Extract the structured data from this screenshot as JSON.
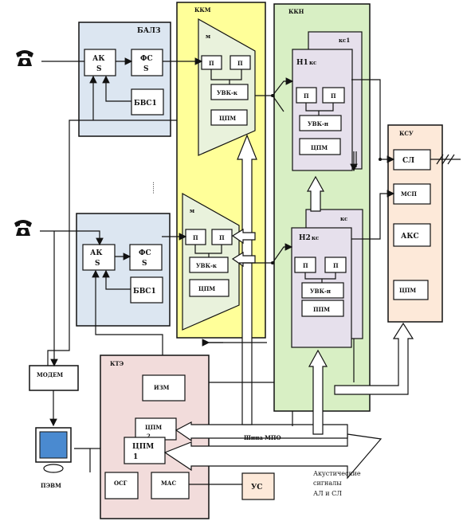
{
  "colors": {
    "balz_fill": "#dce6f1",
    "kkm_fill": "#ffff99",
    "kkn_fill": "#d8efc4",
    "ksu_fill": "#fde9d9",
    "kte_fill": "#f2dcdb",
    "us_fill": "#fde9d9",
    "module_fill": "#e9f2dc",
    "panel_fill": "#e6e0ec",
    "monitor_screen": "#4a8ad0"
  },
  "icons": {
    "telephone": "telephone-icon",
    "computer": "computer-icon"
  },
  "balz": {
    "title": "БАЛЗ",
    "ak": "АК",
    "ak_sub": "S",
    "fs": "ФС",
    "fs_sub": "S",
    "bvs": "БВС1",
    "bvs2": "БВС1",
    "dots": "......"
  },
  "kkm": {
    "title": "ККМ",
    "mod1": {
      "tag": "м",
      "p1": "П",
      "p2": "П",
      "vsk": "УВК-к",
      "cpm": "ЦПМ"
    },
    "mod2": {
      "tag": "м",
      "p1": "П",
      "p2": "П",
      "vsk": "УВК-к",
      "cpm": "ЦПМ"
    }
  },
  "kkn": {
    "title": "ККН",
    "n1": {
      "title": "Н1",
      "tag": "кс",
      "back_tag": "кс1",
      "p1": "П",
      "p2": "П",
      "vsk": "УВК-н",
      "cpm": "ЦПМ"
    },
    "n2": {
      "title": "Н2",
      "tag": "кс",
      "back_tag": "кс",
      "p1": "П",
      "p2": "П",
      "vsk": "УВК-н",
      "cpm": "ППМ"
    }
  },
  "ksu": {
    "title": "КСУ",
    "sl": "СЛ",
    "msp": "МСП",
    "aks": "АКС",
    "cpm": "ЦПМ"
  },
  "modem": {
    "label": "МОДЕМ"
  },
  "pevm": {
    "label": "ПЭВМ"
  },
  "kte": {
    "title": "КТЭ",
    "izm": "ИЗМ",
    "cpm1": "ЦПМ",
    "cpm1_sub": "2",
    "cpm2": "ЦПМ",
    "cpm2_sub": "1",
    "osg": "ОСГ",
    "mas": "МАС"
  },
  "us": {
    "label": "УС"
  },
  "bus": {
    "label": "Шина МПО"
  },
  "acoustic": {
    "line1": "Акустические",
    "line2": "сигналы",
    "line3": "АЛ и СЛ"
  }
}
